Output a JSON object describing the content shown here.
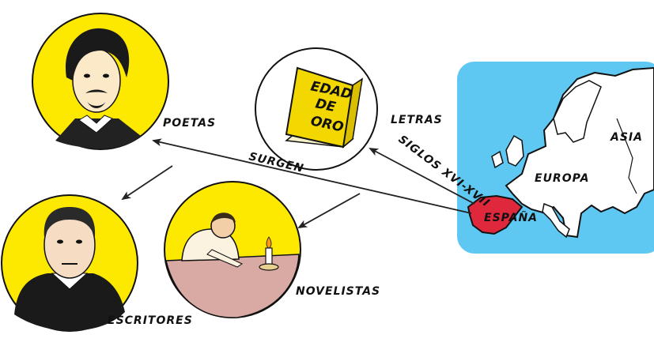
{
  "book": {
    "line1": "EDAD",
    "line2": "DE",
    "line3": "ORO"
  },
  "labels": {
    "poetas": "POETAS",
    "letras": "LETRAS",
    "siglos": "SIGLOS XVI-XVII",
    "surgen": "SURGEN",
    "escritores": "ESCRITORES",
    "novelistas": "NOVELISTAS"
  },
  "map": {
    "asia": "ASIA",
    "europa": "EUROPA",
    "espana": "ESPAÑA"
  },
  "colors": {
    "circle_fill": "#fde800",
    "book_cover": "#f2d800",
    "map_sea": "#5ec8f2",
    "spain": "#e0283c",
    "table": "#d9a9a3"
  }
}
